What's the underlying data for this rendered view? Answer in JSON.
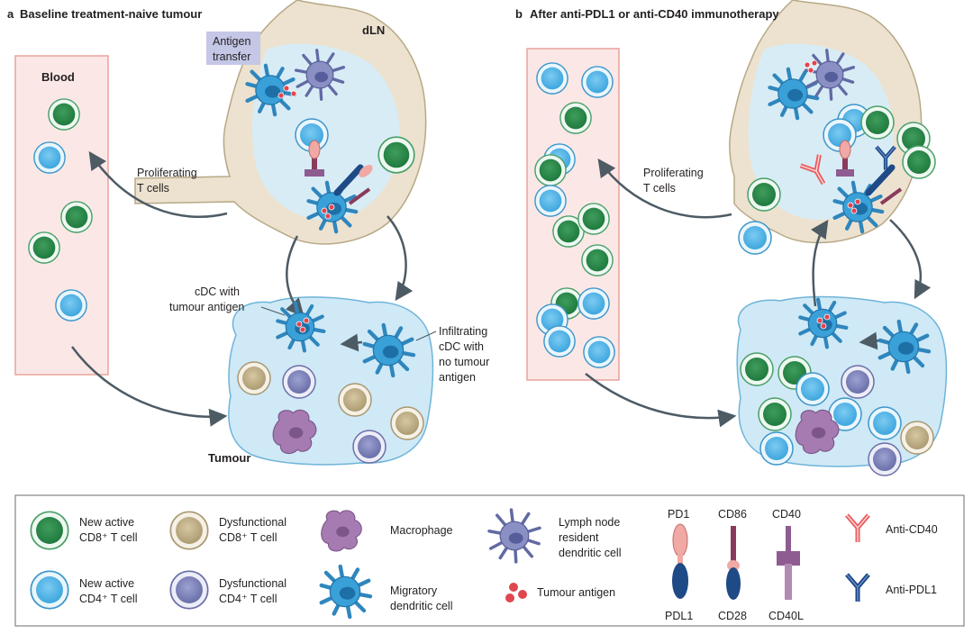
{
  "panel_a": {
    "letter": "a",
    "title": "Baseline treatment-naive tumour",
    "blood": "Blood",
    "dln": "dLN",
    "antigen_transfer": [
      "Antigen",
      "transfer"
    ],
    "proliferating": [
      "Proliferating",
      "T cells"
    ],
    "cdc_with_antigen": [
      "cDC with",
      "tumour antigen"
    ],
    "infiltrating": [
      "Infiltrating",
      "cDC with",
      "no tumour",
      "antigen"
    ],
    "tumour": "Tumour"
  },
  "panel_b": {
    "letter": "b",
    "title": "After anti-PDL1 or anti-CD40 immunotherapy",
    "proliferating": [
      "Proliferating",
      "T cells"
    ]
  },
  "legend": {
    "cd8_active": [
      "New active",
      "CD8⁺ T cell"
    ],
    "cd8_dys": [
      "Dysfunctional",
      "CD8⁺ T cell"
    ],
    "cd4_active": [
      "New active",
      "CD4⁺ T cell"
    ],
    "cd4_dys": [
      "Dysfunctional",
      "CD4⁺ T cell"
    ],
    "macrophage": "Macrophage",
    "lymph_dc": [
      "Lymph node",
      "resident",
      "dendritic cell"
    ],
    "migratory_dc": [
      "Migratory",
      "dendritic cell"
    ],
    "tumour_antigen": "Tumour antigen",
    "pd1": "PD1",
    "pdl1": "PDL1",
    "cd86": "CD86",
    "cd28": "CD28",
    "cd40": "CD40",
    "cd40l": "CD40L",
    "anti_cd40": "Anti-CD40",
    "anti_pdl1": "Anti-PDL1"
  },
  "colors": {
    "cd8": "#3aa564",
    "cd4": "#56b8e8",
    "dys_cd8": "#c4b38a",
    "dys_cd4": "#7d82bc",
    "macrophage": "#a57bb2",
    "migratory_dc": "#3aa0d8",
    "lymph_dc": "#7f86b9",
    "antigen": "#e0464e",
    "pd1": "#f0a9a5",
    "pdl1": "#1e4a86",
    "cd86": "#8a3a5c",
    "cd40": "#8e5c91",
    "anti_cd40": "#ea5a5e",
    "anti_pdl1": "#1c4585",
    "blood_fill": "#fbe8e6",
    "tumour_fill": "#cfe9f6",
    "lymph_fill": "#ece2cf"
  }
}
